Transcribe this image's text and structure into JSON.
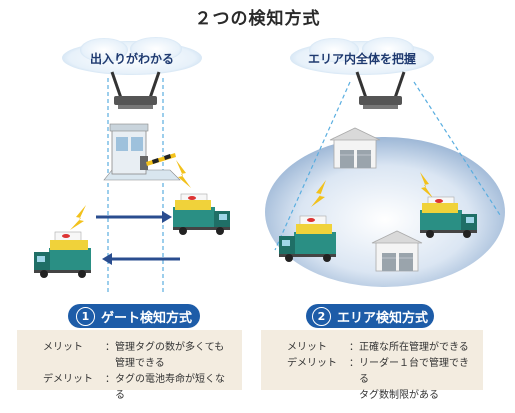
{
  "title": "２つの検知方式",
  "left": {
    "cloud": "出入りがわかる",
    "method_number": "1",
    "method_label": "ゲート検知方式",
    "merit_key": "メリット",
    "merit_value": "管理タグの数が多くても管理できる",
    "demerit_key": "デメリット",
    "demerit_value": "タグの電池寿命が短くなる"
  },
  "right": {
    "cloud": "エリア内全体を把握",
    "method_number": "2",
    "method_label": "エリア検知方式",
    "merit_key": "メリット",
    "merit_value": "正確な所在管理ができる",
    "demerit_key": "デメリット",
    "demerit_value_line1": "リーダー１台で管理できる",
    "demerit_value_line2": "タグ数制限がある"
  },
  "separator": "：",
  "colors": {
    "accent": "#1d5ca8",
    "info_bg": "#f3ece0",
    "truck_body": "#2a8f84",
    "tag_yellow": "#f0d23a",
    "lightning": "#f2c11b"
  }
}
